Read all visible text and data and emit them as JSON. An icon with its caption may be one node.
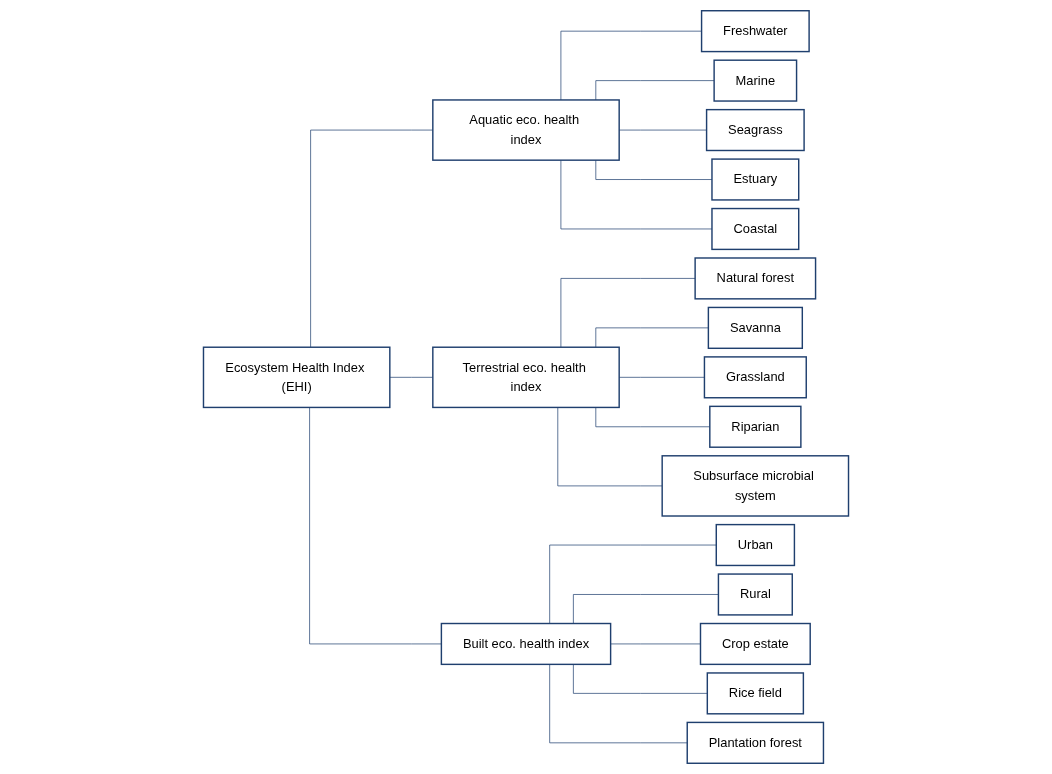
{
  "diagram": {
    "nodes": [
      {
        "text": [
          "Ecosystem Health Index (EHI)"
        ]
      },
      {
        "text": [
          "Aquatic eco. health index"
        ]
      },
      {
        "text": [
          "Terrestrial eco. health index"
        ]
      },
      {
        "text": [
          "Built eco. health index"
        ]
      },
      {
        "text": [
          "Freshwater"
        ]
      },
      {
        "text": [
          "Marine"
        ]
      },
      {
        "text": [
          "Seagrass"
        ]
      },
      {
        "text": [
          "Estuary"
        ]
      },
      {
        "text": [
          "Coastal"
        ]
      },
      {
        "text": [
          "Natural forest"
        ]
      },
      {
        "text": [
          "Savanna"
        ]
      },
      {
        "text": [
          "Grassland"
        ]
      },
      {
        "text": [
          "Riparian"
        ]
      },
      {
        "text": [
          "Subsurface microbial system"
        ]
      },
      {
        "text": [
          "Urban"
        ]
      },
      {
        "text": [
          "Rural"
        ]
      },
      {
        "text": [
          "Crop estate"
        ]
      },
      {
        "text": [
          "Rice field"
        ]
      },
      {
        "text": [
          "Plantation forest"
        ]
      }
    ],
    "edges": [
      {
        "from": 0,
        "to": 1,
        "arrow": "none"
      },
      {
        "from": 0,
        "to": 2,
        "arrow": "none"
      },
      {
        "from": 0,
        "to": 3,
        "arrow": "none"
      },
      {
        "from": 1,
        "to": 4,
        "arrow": "none"
      },
      {
        "from": 1,
        "to": 5,
        "arrow": "none"
      },
      {
        "from": 1,
        "to": 6,
        "arrow": "none"
      },
      {
        "from": 1,
        "to": 7,
        "arrow": "none"
      },
      {
        "from": 1,
        "to": 8,
        "arrow": "none"
      },
      {
        "from": 2,
        "to": 9,
        "arrow": "none"
      },
      {
        "from": 2,
        "to": 10,
        "arrow": "none"
      },
      {
        "from": 2,
        "to": 11,
        "arrow": "none"
      },
      {
        "from": 2,
        "to": 12,
        "arrow": "none"
      },
      {
        "from": 2,
        "to": 13,
        "arrow": "none"
      },
      {
        "from": 3,
        "to": 14,
        "arrow": "none"
      },
      {
        "from": 3,
        "to": 15,
        "arrow": "none"
      },
      {
        "from": 3,
        "to": 16,
        "arrow": "none"
      },
      {
        "from": 3,
        "to": 17,
        "arrow": "none"
      },
      {
        "from": 3,
        "to": 18,
        "arrow": "none"
      }
    ]
  }
}
